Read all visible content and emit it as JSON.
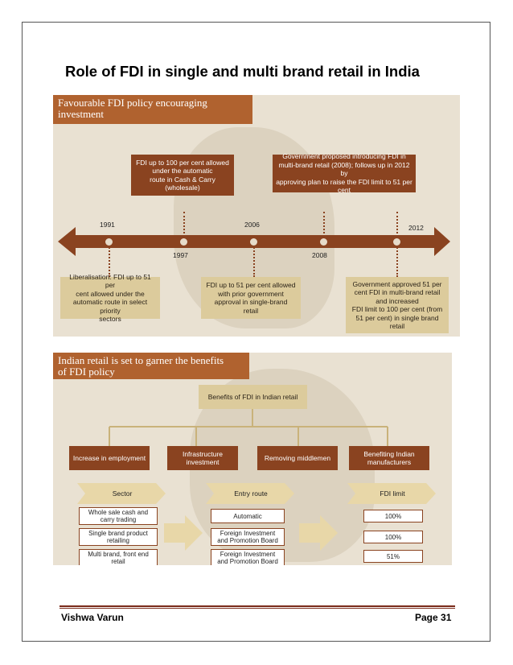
{
  "title": "Role of FDI in single and multi brand retail in India",
  "panel1": {
    "header": [
      "Favourable FDI policy encouraging",
      "investment"
    ],
    "top_boxes": [
      [
        "FDI up to 100 per cent allowed",
        "under the automatic",
        "route in Cash & Carry",
        "(wholesale)"
      ],
      [
        "Government proposed introducing FDI in",
        "multi-brand retail (2008); follows up in 2012 by",
        "approving plan to raise the FDI limit to 51 per",
        "cent"
      ]
    ],
    "years": [
      "1991",
      "1997",
      "2006",
      "2008",
      "2012"
    ],
    "bottom_boxes": [
      [
        "Liberalisation: FDI up to 51 per",
        "cent allowed under the",
        "automatic route in select priority",
        "sectors"
      ],
      [
        "FDI up to 51 per cent allowed",
        "with prior government",
        "approval in single-brand",
        "retail"
      ],
      [
        "Government approved 51 per",
        "cent FDI in multi-brand retail",
        "and increased",
        "FDI limit to 100 per cent (from",
        "51 per cent) in single brand",
        "retail"
      ]
    ]
  },
  "panel2": {
    "header": [
      "Indian retail is set to garner the benefits",
      "of FDI policy"
    ],
    "root": "Benefits of FDI in Indian retail",
    "benefits": [
      [
        "Increase in employment"
      ],
      [
        "Infrastructure",
        "investment"
      ],
      [
        "Removing middlemen"
      ],
      [
        "Benefiting Indian",
        "manufacturers"
      ]
    ],
    "columns": [
      "Sector",
      "Entry route",
      "FDI limit"
    ],
    "sectors": [
      [
        "Whole sale cash and",
        "carry trading"
      ],
      [
        "Single brand product",
        "retailing"
      ],
      [
        "Multi brand, front end",
        "retail"
      ]
    ],
    "routes": [
      [
        "Automatic"
      ],
      [
        "Foreign Investment",
        "and Promotion Board"
      ],
      [
        "Foreign Investment",
        "and Promotion Board"
      ]
    ],
    "limits": [
      "100%",
      "100%",
      "51%"
    ]
  },
  "footer": {
    "author": "Vishwa Varun",
    "page": "Page 31"
  },
  "colors": {
    "dark_brown": "#8a4320",
    "header_orange": "#b0622f",
    "light_tan": "#dccb9c",
    "panel_bg": "#e9e1d2"
  }
}
